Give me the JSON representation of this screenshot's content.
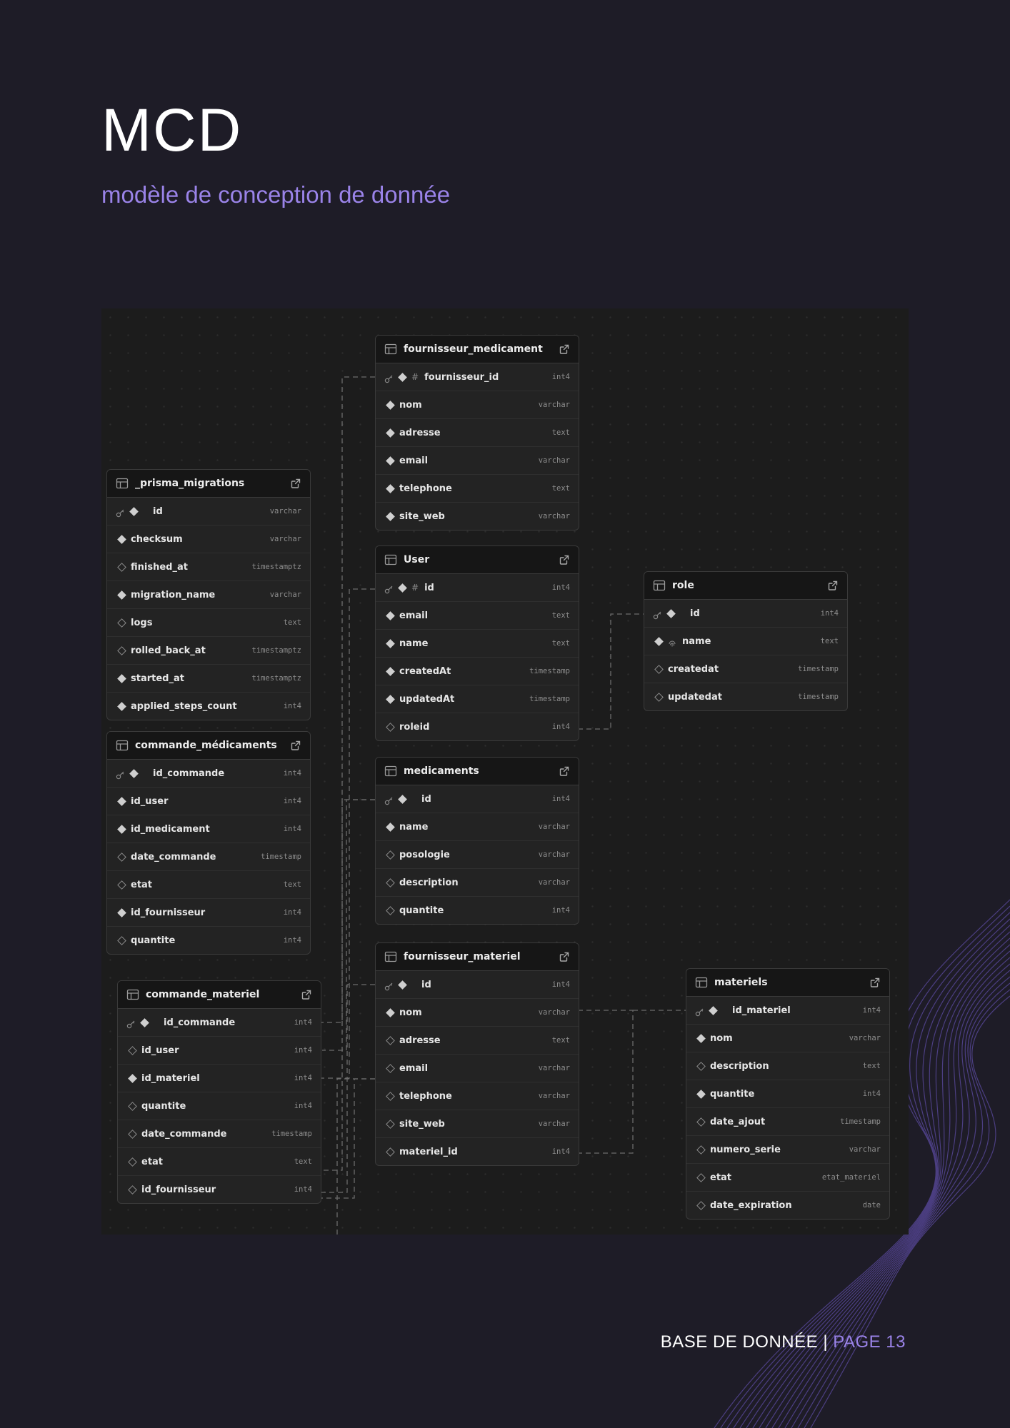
{
  "page": {
    "title": "MCD",
    "subtitle": "modèle de conception de donnée",
    "footer_label": "BASE DE DONNÉE",
    "footer_sep": "|",
    "footer_page": "PAGE 13"
  },
  "colors": {
    "background": "#1e1c27",
    "accent": "#9a83e8",
    "canvas": "#1c1c1c",
    "table_header": "#161616",
    "table_body": "#232323"
  },
  "icons": {
    "table": "table-icon",
    "open": "external-link-icon",
    "primary_key": "key-icon",
    "not_null": "filled-diamond-icon",
    "nullable": "hollow-diamond-icon",
    "identity": "hash-icon",
    "unique": "fingerprint-icon"
  },
  "tables": [
    {
      "name": "fournisseur_medicament",
      "columns": [
        {
          "name": "fournisseur_id",
          "type": "int4",
          "pk": true,
          "req": true,
          "identity": true
        },
        {
          "name": "nom",
          "type": "varchar",
          "req": true
        },
        {
          "name": "adresse",
          "type": "text",
          "req": true
        },
        {
          "name": "email",
          "type": "varchar",
          "req": true
        },
        {
          "name": "telephone",
          "type": "text",
          "req": true
        },
        {
          "name": "site_web",
          "type": "varchar",
          "req": true
        }
      ]
    },
    {
      "name": "_prisma_migrations",
      "columns": [
        {
          "name": "id",
          "type": "varchar",
          "pk": true,
          "req": true
        },
        {
          "name": "checksum",
          "type": "varchar",
          "req": true
        },
        {
          "name": "finished_at",
          "type": "timestamptz",
          "req": false
        },
        {
          "name": "migration_name",
          "type": "varchar",
          "req": true
        },
        {
          "name": "logs",
          "type": "text",
          "req": false
        },
        {
          "name": "rolled_back_at",
          "type": "timestamptz",
          "req": false
        },
        {
          "name": "started_at",
          "type": "timestamptz",
          "req": true
        },
        {
          "name": "applied_steps_count",
          "type": "int4",
          "req": true
        }
      ]
    },
    {
      "name": "User",
      "columns": [
        {
          "name": "id",
          "type": "int4",
          "pk": true,
          "req": true,
          "identity": true
        },
        {
          "name": "email",
          "type": "text",
          "req": true
        },
        {
          "name": "name",
          "type": "text",
          "req": true
        },
        {
          "name": "createdAt",
          "type": "timestamp",
          "req": true
        },
        {
          "name": "updatedAt",
          "type": "timestamp",
          "req": true
        },
        {
          "name": "roleid",
          "type": "int4",
          "req": false
        }
      ]
    },
    {
      "name": "role",
      "columns": [
        {
          "name": "id",
          "type": "int4",
          "pk": true,
          "req": true
        },
        {
          "name": "name",
          "type": "text",
          "req": true,
          "unique": true
        },
        {
          "name": "createdat",
          "type": "timestamp",
          "req": false
        },
        {
          "name": "updatedat",
          "type": "timestamp",
          "req": false
        }
      ]
    },
    {
      "name": "commande_médicaments",
      "columns": [
        {
          "name": "id_commande",
          "type": "int4",
          "pk": true,
          "req": true
        },
        {
          "name": "id_user",
          "type": "int4",
          "req": true
        },
        {
          "name": "id_medicament",
          "type": "int4",
          "req": true
        },
        {
          "name": "date_commande",
          "type": "timestamp",
          "req": false
        },
        {
          "name": "etat",
          "type": "text",
          "req": false
        },
        {
          "name": "id_fournisseur",
          "type": "int4",
          "req": true
        },
        {
          "name": "quantite",
          "type": "int4",
          "req": false
        }
      ]
    },
    {
      "name": "medicaments",
      "columns": [
        {
          "name": "id",
          "type": "int4",
          "pk": true,
          "req": true
        },
        {
          "name": "name",
          "type": "varchar",
          "req": true
        },
        {
          "name": "posologie",
          "type": "varchar",
          "req": false
        },
        {
          "name": "description",
          "type": "varchar",
          "req": false
        },
        {
          "name": "quantite",
          "type": "int4",
          "req": false
        }
      ]
    },
    {
      "name": "fournisseur_materiel",
      "columns": [
        {
          "name": "id",
          "type": "int4",
          "pk": true,
          "req": true
        },
        {
          "name": "nom",
          "type": "varchar",
          "req": true
        },
        {
          "name": "adresse",
          "type": "text",
          "req": false
        },
        {
          "name": "email",
          "type": "varchar",
          "req": false
        },
        {
          "name": "telephone",
          "type": "varchar",
          "req": false
        },
        {
          "name": "site_web",
          "type": "varchar",
          "req": false
        },
        {
          "name": "materiel_id",
          "type": "int4",
          "req": false
        }
      ]
    },
    {
      "name": "commande_materiel",
      "columns": [
        {
          "name": "id_commande",
          "type": "int4",
          "pk": true,
          "req": true
        },
        {
          "name": "id_user",
          "type": "int4",
          "req": false
        },
        {
          "name": "id_materiel",
          "type": "int4",
          "req": true
        },
        {
          "name": "quantite",
          "type": "int4",
          "req": false
        },
        {
          "name": "date_commande",
          "type": "timestamp",
          "req": false
        },
        {
          "name": "etat",
          "type": "text",
          "req": false
        },
        {
          "name": "id_fournisseur",
          "type": "int4",
          "req": false
        }
      ]
    },
    {
      "name": "materiels",
      "columns": [
        {
          "name": "id_materiel",
          "type": "int4",
          "pk": true,
          "req": true
        },
        {
          "name": "nom",
          "type": "varchar",
          "req": true
        },
        {
          "name": "description",
          "type": "text",
          "req": false
        },
        {
          "name": "quantite",
          "type": "int4",
          "req": true
        },
        {
          "name": "date_ajout",
          "type": "timestamp",
          "req": false
        },
        {
          "name": "numero_serie",
          "type": "varchar",
          "req": false
        },
        {
          "name": "etat",
          "type": "etat_materiel",
          "req": false
        },
        {
          "name": "date_expiration",
          "type": "date",
          "req": false
        }
      ]
    }
  ]
}
